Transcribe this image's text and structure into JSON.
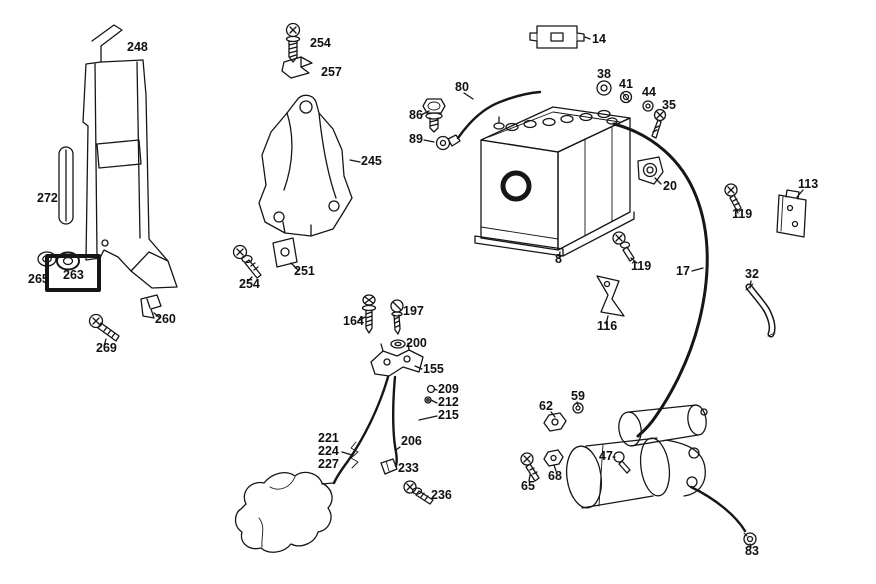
{
  "diagram": {
    "type": "exploded-parts-diagram",
    "description": "Exploded parts diagram of vehicle battery, mounting brackets, cables and starter motor",
    "background": "#ffffff",
    "line_color": "#161616",
    "highlight": {
      "part_number": "263",
      "color": "#e8151a"
    },
    "labels": [
      {
        "text": "248"
      },
      {
        "text": "254"
      },
      {
        "text": "257"
      },
      {
        "text": "14"
      },
      {
        "text": "38"
      },
      {
        "text": "41"
      },
      {
        "text": "44"
      },
      {
        "text": "35"
      },
      {
        "text": "80"
      },
      {
        "text": "86"
      },
      {
        "text": "89"
      },
      {
        "text": "245"
      },
      {
        "text": "272"
      },
      {
        "text": "20"
      },
      {
        "text": "119"
      },
      {
        "text": "113"
      },
      {
        "text": "265"
      },
      {
        "text": "263"
      },
      {
        "text": "254"
      },
      {
        "text": "251"
      },
      {
        "text": "8"
      },
      {
        "text": "119"
      },
      {
        "text": "116"
      },
      {
        "text": "17"
      },
      {
        "text": "32"
      },
      {
        "text": "260"
      },
      {
        "text": "269"
      },
      {
        "text": "164"
      },
      {
        "text": "197"
      },
      {
        "text": "200"
      },
      {
        "text": "155"
      },
      {
        "text": "209"
      },
      {
        "text": "212"
      },
      {
        "text": "215"
      },
      {
        "text": "221"
      },
      {
        "text": "224"
      },
      {
        "text": "227"
      },
      {
        "text": "206"
      },
      {
        "text": "233"
      },
      {
        "text": "236"
      },
      {
        "text": "62"
      },
      {
        "text": "59"
      },
      {
        "text": "47"
      },
      {
        "text": "65"
      },
      {
        "text": "68"
      },
      {
        "text": "83"
      }
    ]
  }
}
